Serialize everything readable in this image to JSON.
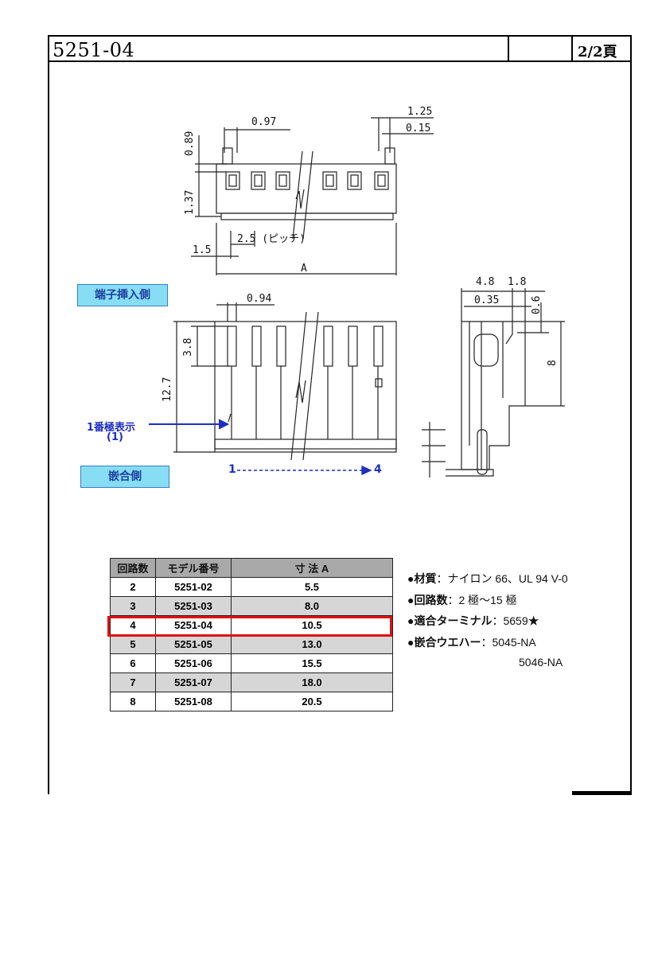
{
  "header": {
    "part_number": "5251-04",
    "page": "2/2頁"
  },
  "labels": {
    "terminal_side": "端子挿入側",
    "mating_side": "嵌合側",
    "pin1_mark_line1": "1番極表示",
    "pin1_mark_line2": "(1)",
    "circuit_from": "1",
    "circuit_to": "4"
  },
  "dims": {
    "d_097": "0.97",
    "d_125": "1.25",
    "d_015": "0.15",
    "d_089": "0.89",
    "d_137": "1.37",
    "d_pitch": "2.5 (ピッチ)",
    "d_15": "1.5",
    "d_A": "A",
    "d_094": "0.94",
    "d_38": "3.8",
    "d_127": "12.7",
    "d_48": "4.8",
    "d_18": "1.8",
    "d_035": "0.35",
    "d_06": "0.6",
    "d_8": "8"
  },
  "table": {
    "headers": [
      "回路数",
      "モデル番号",
      "寸 法 A"
    ],
    "rows": [
      [
        "2",
        "5251-02",
        "5.5"
      ],
      [
        "3",
        "5251-03",
        "8.0"
      ],
      [
        "4",
        "5251-04",
        "10.5"
      ],
      [
        "5",
        "5251-05",
        "13.0"
      ],
      [
        "6",
        "5251-06",
        "15.5"
      ],
      [
        "7",
        "5251-07",
        "18.0"
      ],
      [
        "8",
        "5251-08",
        "20.5"
      ]
    ]
  },
  "notes": {
    "material_label": "●材質",
    "material_value": "：ナイロン 66、UL 94 V-0",
    "circuits_label": "●回路数",
    "circuits_value": "：2 極～15 極",
    "terminal_label": "●適合ターミナル",
    "terminal_value": "：5659★",
    "wafer_label": "●嵌合ウエハー",
    "wafer_value1": "：5045-NA",
    "wafer_value2": "5046-NA"
  },
  "colors": {
    "highlight": "#e01010",
    "label_blue": "#1d2fc4",
    "label_bg": "#87ddf3"
  }
}
